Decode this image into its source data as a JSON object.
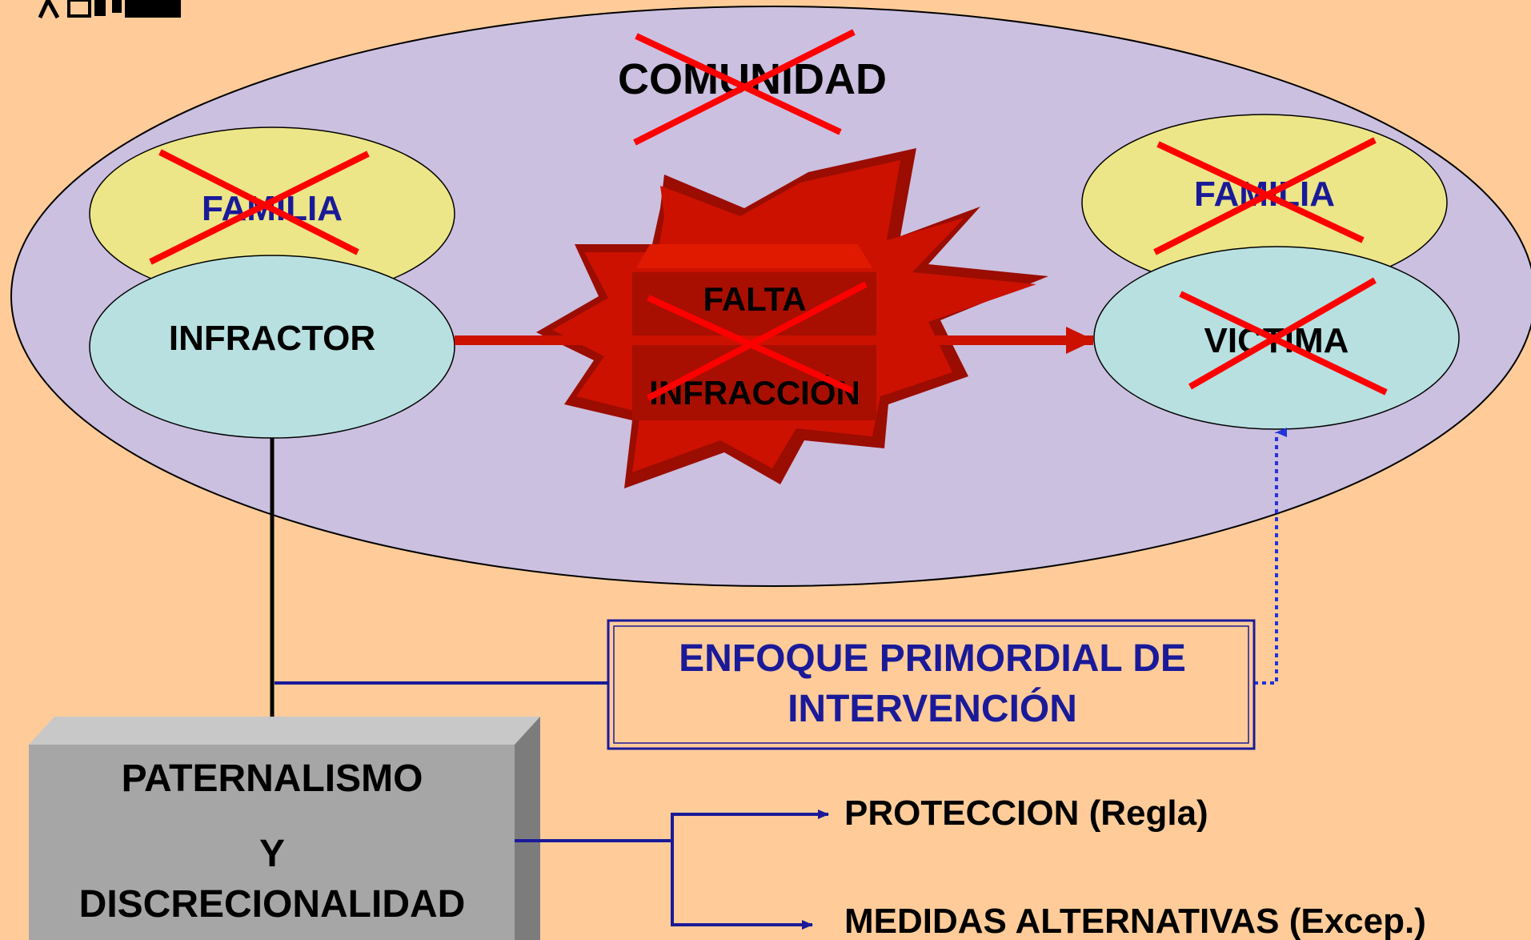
{
  "diagram": {
    "community_label": "COMUNIDAD",
    "offender_family_label": "FAMILIA",
    "offender_label": "INFRACTOR",
    "victim_family_label": "FAMILIA",
    "victim_label": "VICTIMA",
    "offense_line1": "FALTA",
    "offense_line2": "INFRACCIÓN",
    "focus_line1": "ENFOQUE PRIMORDIAL DE",
    "focus_line2": "INTERVENCIÓN",
    "approach_line1": "PATERNALISMO",
    "approach_line2": "Y",
    "approach_line3": "DISCRECIONALIDAD",
    "outcome_rule": "PROTECCION (Regla)",
    "outcome_exception": "MEDIDAS ALTERNATIVAS (Excep.)"
  },
  "colors": {
    "background": "#ffcc99",
    "community_fill": "#ccc0e0",
    "family_fill": "#ece688",
    "person_fill": "#b8e0e0",
    "starburst_fill": "#cc1100",
    "cross_out": "#ff0000",
    "blue_text": "#1a1a99",
    "box_fill": "#a6a6a6"
  },
  "icons": {
    "corner_logo": "people-figures-icon"
  }
}
